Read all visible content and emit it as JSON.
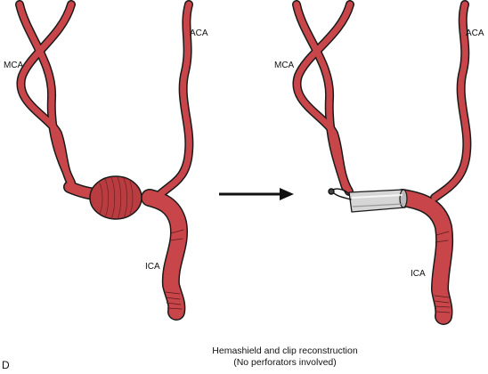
{
  "labels": {
    "left_mca": "MCA",
    "left_aca": "ACA",
    "left_ica": "ICA",
    "right_mca": "MCA",
    "right_aca": "ACA",
    "right_ica": "ICA"
  },
  "panel_label": "D",
  "caption": {
    "line1": "Hemashield and clip reconstruction",
    "line2": "(No perforators involved)"
  },
  "colors": {
    "vessel": "#c8464a",
    "outline": "#1a1a1a",
    "aneurysm": "#b83c40",
    "graft": "#d6d6d6"
  }
}
